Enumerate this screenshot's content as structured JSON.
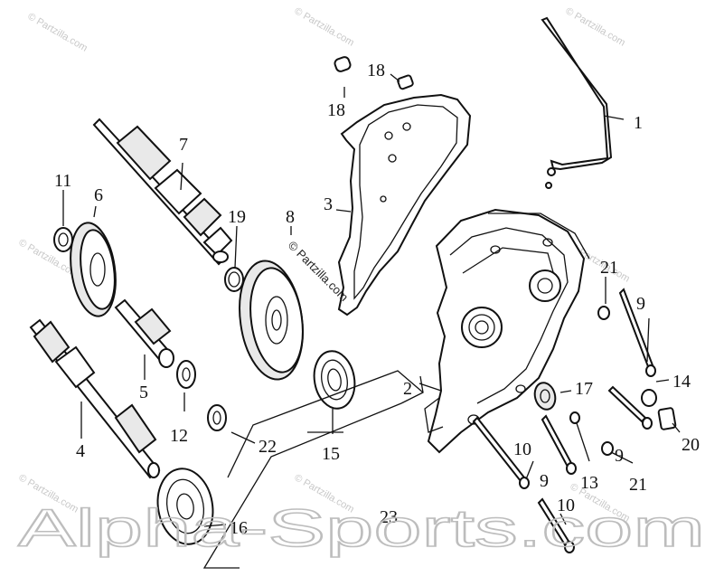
{
  "watermarks": {
    "main": "Alpha-Sports.com",
    "partzilla": "© Partzilla.com"
  },
  "callouts": {
    "c1": "1",
    "c2": "2",
    "c3": "3",
    "c4": "4",
    "c5": "5",
    "c6": "6",
    "c7": "7",
    "c8": "8",
    "c9a": "9",
    "c9b": "9",
    "c9c": "9",
    "c10a": "10",
    "c10b": "10",
    "c11": "11",
    "c12": "12",
    "c13": "13",
    "c14": "14",
    "c15": "15",
    "c16": "16",
    "c17": "17",
    "c18a": "18",
    "c18b": "18",
    "c19": "19",
    "c20": "20",
    "c21a": "21",
    "c21b": "21",
    "c22": "22",
    "c23": "23"
  }
}
